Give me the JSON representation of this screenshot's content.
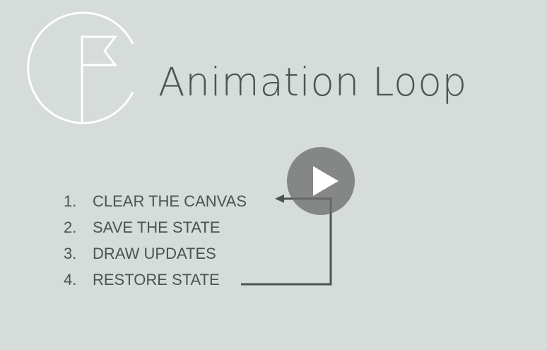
{
  "slide": {
    "title": "Animation Loop",
    "logo_icon": "flag-icon",
    "steps": [
      {
        "number": "1.",
        "label": "CLEAR THE CANVAS"
      },
      {
        "number": "2.",
        "label": "SAVE THE STATE"
      },
      {
        "number": "3.",
        "label": "DRAW UPDATES"
      },
      {
        "number": "4.",
        "label": "RESTORE STATE"
      }
    ]
  },
  "player": {
    "play_icon": "play-icon"
  },
  "colors": {
    "background": "#d5dcd9",
    "text": "#4c5350",
    "logo_stroke": "#ffffff",
    "play_button": "#6e6e6e"
  }
}
